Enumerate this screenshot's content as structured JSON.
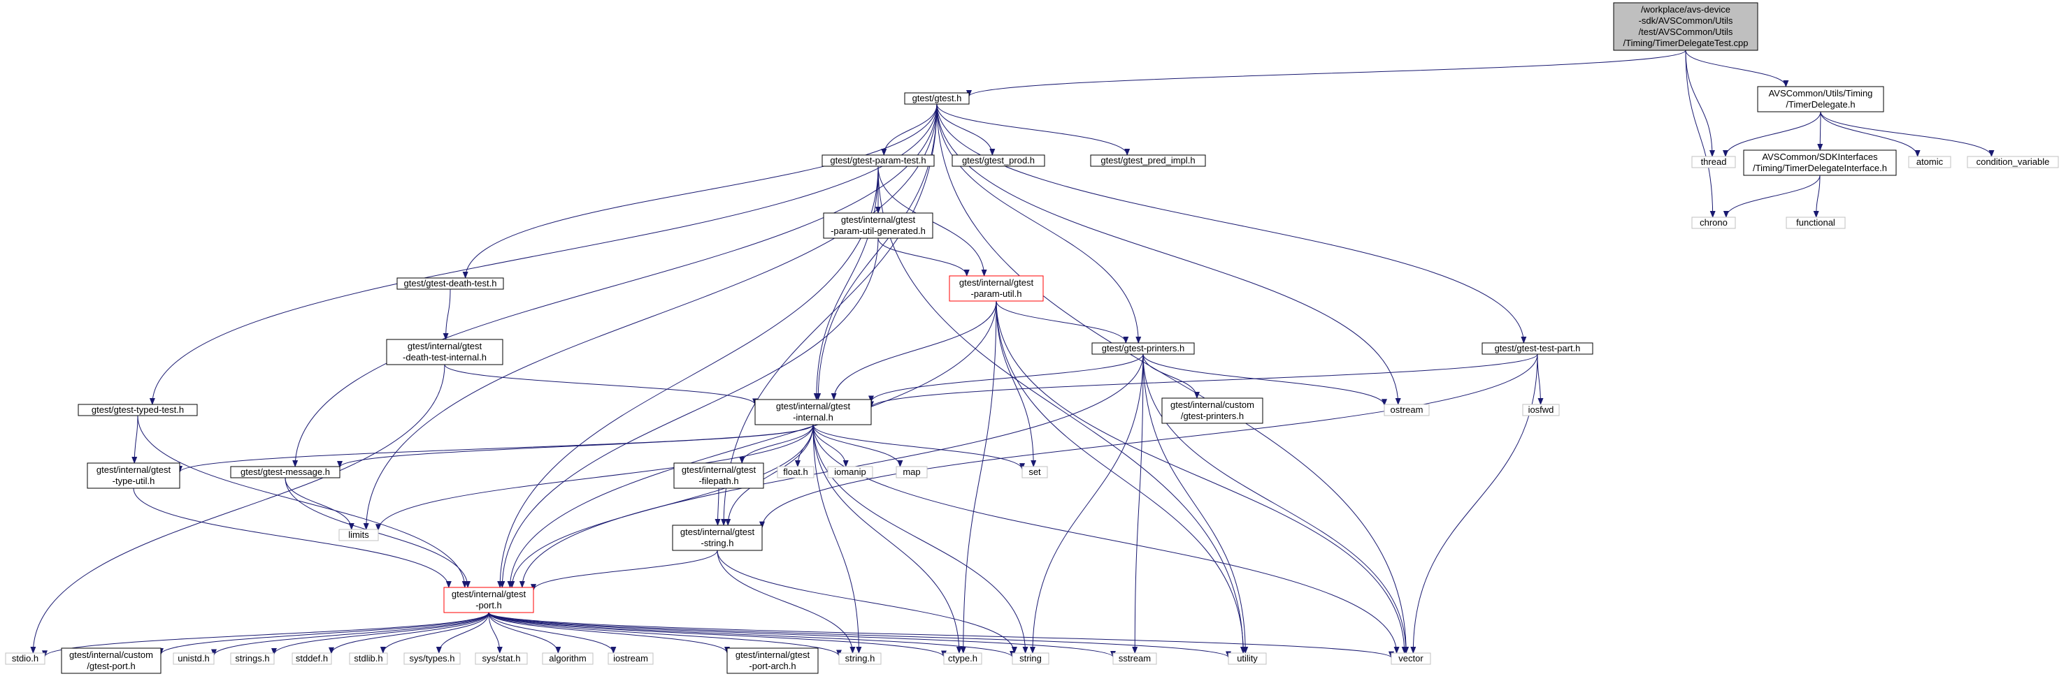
{
  "colors": {
    "edge": "#191970",
    "node_border": "#000000",
    "missing_border": "#c0c0c0",
    "incomplete_border": "#ff0000",
    "root_fill": "#bfbfbf",
    "text": "#000000"
  },
  "nodes": [
    {
      "id": "root",
      "lines": [
        "/workplace/avs-device",
        "-sdk/AVSCommon/Utils",
        "/test/AVSCommon/Utils",
        "/Timing/TimerDelegateTest.cpp"
      ],
      "kind": "root"
    },
    {
      "id": "gtest",
      "lines": [
        "gtest/gtest.h"
      ],
      "kind": "normal"
    },
    {
      "id": "timerdel",
      "lines": [
        "AVSCommon/Utils/Timing",
        "/TimerDelegate.h"
      ],
      "kind": "normal"
    },
    {
      "id": "thread",
      "lines": [
        "thread"
      ],
      "kind": "missing"
    },
    {
      "id": "chrono",
      "lines": [
        "chrono"
      ],
      "kind": "missing"
    },
    {
      "id": "atomic",
      "lines": [
        "atomic"
      ],
      "kind": "missing"
    },
    {
      "id": "condvar",
      "lines": [
        "condition_variable"
      ],
      "kind": "missing"
    },
    {
      "id": "tdiface",
      "lines": [
        "AVSCommon/SDKInterfaces",
        "/Timing/TimerDelegateInterface.h"
      ],
      "kind": "normal"
    },
    {
      "id": "functional",
      "lines": [
        "functional"
      ],
      "kind": "missing"
    },
    {
      "id": "paramtest",
      "lines": [
        "gtest/gtest-param-test.h"
      ],
      "kind": "normal"
    },
    {
      "id": "prod",
      "lines": [
        "gtest/gtest_prod.h"
      ],
      "kind": "normal"
    },
    {
      "id": "predimpl",
      "lines": [
        "gtest/gtest_pred_impl.h"
      ],
      "kind": "normal"
    },
    {
      "id": "paramgen",
      "lines": [
        "gtest/internal/gtest",
        "-param-util-generated.h"
      ],
      "kind": "normal"
    },
    {
      "id": "paramutil",
      "lines": [
        "gtest/internal/gtest",
        "-param-util.h"
      ],
      "kind": "incomplete"
    },
    {
      "id": "deathtest",
      "lines": [
        "gtest/gtest-death-test.h"
      ],
      "kind": "normal"
    },
    {
      "id": "deathint",
      "lines": [
        "gtest/internal/gtest",
        "-death-test-internal.h"
      ],
      "kind": "normal"
    },
    {
      "id": "printers",
      "lines": [
        "gtest/gtest-printers.h"
      ],
      "kind": "normal"
    },
    {
      "id": "testpart",
      "lines": [
        "gtest/gtest-test-part.h"
      ],
      "kind": "normal"
    },
    {
      "id": "typedtest",
      "lines": [
        "gtest/gtest-typed-test.h"
      ],
      "kind": "normal"
    },
    {
      "id": "internal",
      "lines": [
        "gtest/internal/gtest",
        "-internal.h"
      ],
      "kind": "normal"
    },
    {
      "id": "custprint",
      "lines": [
        "gtest/internal/custom",
        "/gtest-printers.h"
      ],
      "kind": "normal"
    },
    {
      "id": "ostream",
      "lines": [
        "ostream"
      ],
      "kind": "missing"
    },
    {
      "id": "iosfwd",
      "lines": [
        "iosfwd"
      ],
      "kind": "missing"
    },
    {
      "id": "typeutil",
      "lines": [
        "gtest/internal/gtest",
        "-type-util.h"
      ],
      "kind": "normal"
    },
    {
      "id": "message",
      "lines": [
        "gtest/gtest-message.h"
      ],
      "kind": "normal"
    },
    {
      "id": "filepath",
      "lines": [
        "gtest/internal/gtest",
        "-filepath.h"
      ],
      "kind": "normal"
    },
    {
      "id": "floath",
      "lines": [
        "float.h"
      ],
      "kind": "missing"
    },
    {
      "id": "iomanip",
      "lines": [
        "iomanip"
      ],
      "kind": "missing"
    },
    {
      "id": "map",
      "lines": [
        "map"
      ],
      "kind": "missing"
    },
    {
      "id": "set",
      "lines": [
        "set"
      ],
      "kind": "missing"
    },
    {
      "id": "limits",
      "lines": [
        "limits"
      ],
      "kind": "missing"
    },
    {
      "id": "gstring",
      "lines": [
        "gtest/internal/gtest",
        "-string.h"
      ],
      "kind": "normal"
    },
    {
      "id": "port",
      "lines": [
        "gtest/internal/gtest",
        "-port.h"
      ],
      "kind": "incomplete"
    },
    {
      "id": "stdio",
      "lines": [
        "stdio.h"
      ],
      "kind": "missing"
    },
    {
      "id": "custport",
      "lines": [
        "gtest/internal/custom",
        "/gtest-port.h"
      ],
      "kind": "normal"
    },
    {
      "id": "unistd",
      "lines": [
        "unistd.h"
      ],
      "kind": "missing"
    },
    {
      "id": "strings",
      "lines": [
        "strings.h"
      ],
      "kind": "missing"
    },
    {
      "id": "stddef",
      "lines": [
        "stddef.h"
      ],
      "kind": "missing"
    },
    {
      "id": "stdlib",
      "lines": [
        "stdlib.h"
      ],
      "kind": "missing"
    },
    {
      "id": "systypes",
      "lines": [
        "sys/types.h"
      ],
      "kind": "missing"
    },
    {
      "id": "sysstat",
      "lines": [
        "sys/stat.h"
      ],
      "kind": "missing"
    },
    {
      "id": "algorithm",
      "lines": [
        "algorithm"
      ],
      "kind": "missing"
    },
    {
      "id": "iostream",
      "lines": [
        "iostream"
      ],
      "kind": "missing"
    },
    {
      "id": "portarch",
      "lines": [
        "gtest/internal/gtest",
        "-port-arch.h"
      ],
      "kind": "normal"
    },
    {
      "id": "stringh",
      "lines": [
        "string.h"
      ],
      "kind": "missing"
    },
    {
      "id": "ctype",
      "lines": [
        "ctype.h"
      ],
      "kind": "missing"
    },
    {
      "id": "string",
      "lines": [
        "string"
      ],
      "kind": "missing"
    },
    {
      "id": "sstream",
      "lines": [
        "sstream"
      ],
      "kind": "missing"
    },
    {
      "id": "utility",
      "lines": [
        "utility"
      ],
      "kind": "missing"
    },
    {
      "id": "vector",
      "lines": [
        "vector"
      ],
      "kind": "missing"
    }
  ],
  "edges": [
    [
      "root",
      "gtest"
    ],
    [
      "root",
      "timerdel"
    ],
    [
      "root",
      "thread"
    ],
    [
      "root",
      "chrono"
    ],
    [
      "timerdel",
      "thread"
    ],
    [
      "timerdel",
      "tdiface"
    ],
    [
      "timerdel",
      "atomic"
    ],
    [
      "timerdel",
      "condvar"
    ],
    [
      "tdiface",
      "chrono"
    ],
    [
      "tdiface",
      "functional"
    ],
    [
      "gtest",
      "paramtest"
    ],
    [
      "gtest",
      "prod"
    ],
    [
      "gtest",
      "predimpl"
    ],
    [
      "gtest",
      "deathtest"
    ],
    [
      "gtest",
      "printers"
    ],
    [
      "gtest",
      "testpart"
    ],
    [
      "gtest",
      "typedtest"
    ],
    [
      "gtest",
      "internal"
    ],
    [
      "gtest",
      "message"
    ],
    [
      "gtest",
      "limits"
    ],
    [
      "gtest",
      "gstring"
    ],
    [
      "gtest",
      "ostream"
    ],
    [
      "gtest",
      "vector"
    ],
    [
      "paramtest",
      "paramgen"
    ],
    [
      "paramtest",
      "paramutil"
    ],
    [
      "paramtest",
      "internal"
    ],
    [
      "paramtest",
      "port"
    ],
    [
      "paramtest",
      "utility"
    ],
    [
      "paramgen",
      "paramutil"
    ],
    [
      "paramgen",
      "port"
    ],
    [
      "paramutil",
      "printers"
    ],
    [
      "paramutil",
      "internal"
    ],
    [
      "paramutil",
      "port"
    ],
    [
      "paramutil",
      "set"
    ],
    [
      "paramutil",
      "ctype"
    ],
    [
      "paramutil",
      "utility"
    ],
    [
      "paramutil",
      "vector"
    ],
    [
      "deathtest",
      "deathint"
    ],
    [
      "deathint",
      "internal"
    ],
    [
      "deathint",
      "stdio"
    ],
    [
      "printers",
      "internal"
    ],
    [
      "printers",
      "custprint"
    ],
    [
      "printers",
      "ostream"
    ],
    [
      "printers",
      "port"
    ],
    [
      "printers",
      "string"
    ],
    [
      "printers",
      "sstream"
    ],
    [
      "printers",
      "utility"
    ],
    [
      "printers",
      "vector"
    ],
    [
      "testpart",
      "internal"
    ],
    [
      "testpart",
      "gstring"
    ],
    [
      "testpart",
      "iosfwd"
    ],
    [
      "testpart",
      "vector"
    ],
    [
      "typedtest",
      "typeutil"
    ],
    [
      "typedtest",
      "port"
    ],
    [
      "internal",
      "typeutil"
    ],
    [
      "internal",
      "message"
    ],
    [
      "internal",
      "filepath"
    ],
    [
      "internal",
      "floath"
    ],
    [
      "internal",
      "iomanip"
    ],
    [
      "internal",
      "map"
    ],
    [
      "internal",
      "set"
    ],
    [
      "internal",
      "limits"
    ],
    [
      "internal",
      "gstring"
    ],
    [
      "internal",
      "port"
    ],
    [
      "internal",
      "ctype"
    ],
    [
      "internal",
      "string"
    ],
    [
      "internal",
      "stringh"
    ],
    [
      "internal",
      "vector"
    ],
    [
      "typeutil",
      "port"
    ],
    [
      "message",
      "limits"
    ],
    [
      "message",
      "port"
    ],
    [
      "filepath",
      "gstring"
    ],
    [
      "gstring",
      "port"
    ],
    [
      "gstring",
      "stringh"
    ],
    [
      "gstring",
      "string"
    ],
    [
      "port",
      "stdio"
    ],
    [
      "port",
      "custport"
    ],
    [
      "port",
      "unistd"
    ],
    [
      "port",
      "strings"
    ],
    [
      "port",
      "stddef"
    ],
    [
      "port",
      "stdlib"
    ],
    [
      "port",
      "systypes"
    ],
    [
      "port",
      "sysstat"
    ],
    [
      "port",
      "algorithm"
    ],
    [
      "port",
      "iostream"
    ],
    [
      "port",
      "portarch"
    ],
    [
      "port",
      "stringh"
    ],
    [
      "port",
      "ctype"
    ],
    [
      "port",
      "string"
    ],
    [
      "port",
      "sstream"
    ],
    [
      "port",
      "utility"
    ],
    [
      "port",
      "vector"
    ]
  ]
}
